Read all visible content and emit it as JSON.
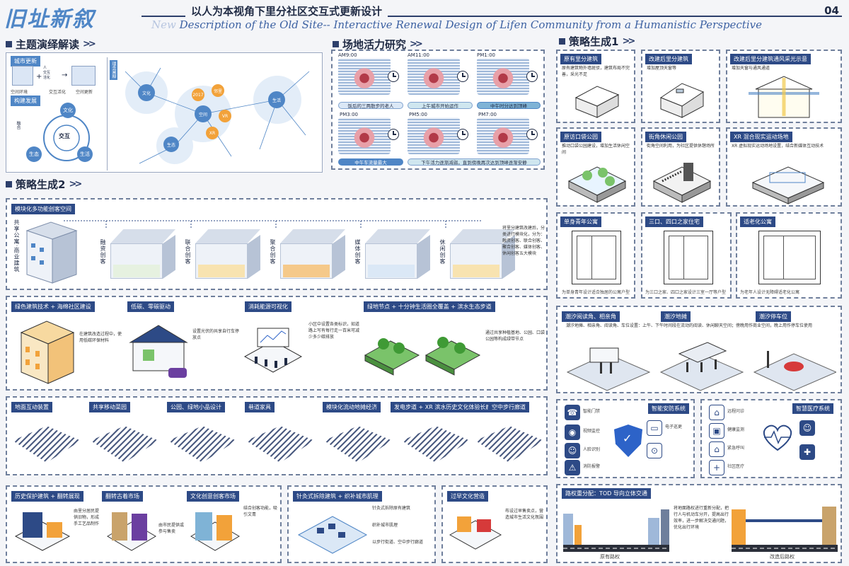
{
  "header": {
    "logo": "旧址新叙",
    "title": "以人为本视角下里分社区交互式更新设计",
    "subtitle_lead": "New ",
    "subtitle": "Description of the Old Site-- Interactive Renewal Design of Lifen Community from a Humanistic Perspective",
    "page": "04"
  },
  "sections": {
    "theme": "主题演绎解读",
    "vitality": "场地活力研究",
    "strategy1": "策略生成1",
    "strategy2": "策略生成2"
  },
  "theme": {
    "label_top": "城市更新",
    "label_mid": "构建发展",
    "cap1": "空间环境",
    "cap2": "交互活化",
    "cap3": "空间更新",
    "center": "交互",
    "ring": [
      "文化",
      "生态",
      "生活"
    ],
    "left_side": "融合",
    "vertical": "理念阐释",
    "mind_main": [
      "文化",
      "生态",
      "生活",
      "空间"
    ],
    "mind_orange": [
      "2017",
      "邻里",
      "VR",
      "XR"
    ]
  },
  "vitality": {
    "times": [
      "AM9:00",
      "AM11:00",
      "PM1:00",
      "PM3:00",
      "PM5:00",
      "PM7:00"
    ],
    "cap_row1": [
      "饭后的三两散步的老人",
      "上午城市开始运作",
      "中午时分达到顶峰"
    ],
    "cap_row2": [
      "中午车流量最大",
      "下午活力逐渐减弱，直到傍晚再次达到顶峰逐渐安静"
    ]
  },
  "strategy1": {
    "row1": [
      {
        "tag": "原有里分建筑",
        "text": "原有建筑物外墙斑驳，建筑布局不完善，采光不足"
      },
      {
        "tag": "改建后里分建筑",
        "text": "增加屋顶天窗等"
      },
      {
        "tag": "改建后里分建筑通风采光示意",
        "text": "增加天窗与通风通道"
      }
    ],
    "row2": [
      {
        "tag": "原访口袋公园",
        "text": "推动口袋公园建设，增加生活休闲空间"
      },
      {
        "tag": "街角休闲公园",
        "text": "街角空间利用，为社区提供休憩场所"
      },
      {
        "tag": "XR 混合现实运动场地",
        "text": "XR 虚拟现实运动场地设置，结合新媒体互动技术"
      }
    ],
    "row3": [
      {
        "tag": "单身青年公寓",
        "note": "为单身青年设计适合独居的公寓户型"
      },
      {
        "tag": "三口、四口之家住宅",
        "note": "为三口之家、四口之家设计三室一厅等户型"
      },
      {
        "tag": "适老化公寓",
        "note": "为老年人设计无障碍适老化公寓"
      }
    ],
    "tidal": {
      "tags": [
        "潮汐阅读角、相亲角",
        "潮汐地摊",
        "潮汐停车位"
      ],
      "text": "潮汐地摊、相亲角、阅读角、车位设置：上午、下午时间段在流动的阅读、休闲聊天空间；傍晚用作商业空间，晚上用作停车位使用"
    },
    "security": {
      "tag": "智能安防系统",
      "items": [
        "智能门禁",
        "视频监控",
        "人脸识别",
        "消防报警",
        "电子巡更"
      ]
    },
    "medical": {
      "tag": "智慧医疗系统",
      "items": [
        "远程问诊",
        "健康监测",
        "紧急呼叫",
        "社区医疗"
      ]
    },
    "tod": {
      "tag": "路权重分配：TOD 导向立体交通",
      "text": "将地面路权进行重新分配，把行人与机动车分开，提高出行效率，进一步解决交通问题，优化出行环境",
      "before": "原有路权",
      "after": "改造后路权"
    }
  },
  "strategy2": {
    "module": {
      "tag": "模块化多功能创客空间",
      "left_label": "共享公寓·商业建筑",
      "labels": [
        "融资创客",
        "联合创客",
        "聚合创客",
        "媒体创客",
        "休闲创客"
      ],
      "desc": "将里分建筑改建后，分类进行模块化，分为：融资创客、联合创客、聚合创客、媒体创客、休闲创客五大模块"
    },
    "green": {
      "tags": [
        "绿色建筑技术 + 海绵社区建设",
        "低碳、零碳驱动",
        "消耗能源可视化",
        "绿地节点 + 十分钟生活圈全覆盖 + 滨水生态步道"
      ],
      "texts": [
        "在建筑改造过程中，使用低碳环保材料",
        "设置光伏的共享自行车停放点",
        "小区中设置各类标识，如道路上写有每行走一百米可减少多少碳排放",
        "通过共享种植基地、公园、口袋公园等构成绿带节点"
      ]
    },
    "strip": [
      "地面互动装置",
      "共享移动菜园",
      "公园、绿地小品设计",
      "巷道家具",
      "模块化流动地摊经济",
      "发电步道 + XR 滨水历史文化体验长廊",
      "空中步行廊道"
    ],
    "bottom": {
      "tags": [
        "历史保护建筑 + 翻转展现",
        "翻转古着市场",
        "文化创意创客市场"
      ],
      "texts": [
        "由里分居民提供旧物，形成手工艺品制作",
        "由市民提供或参与售卖",
        "结合创客功能，吸引文青"
      ],
      "mid_tag": "针灸式拆除建筑 + 织补城市肌理",
      "mid_texts": [
        "针灸式拆除原有建筑",
        "织补城市肌理",
        "以步行街道、空中步行廊道"
      ],
      "right_tag": "过早文化营造",
      "right_text": "布设过早售卖点，营造城市生活文化氛围"
    }
  }
}
